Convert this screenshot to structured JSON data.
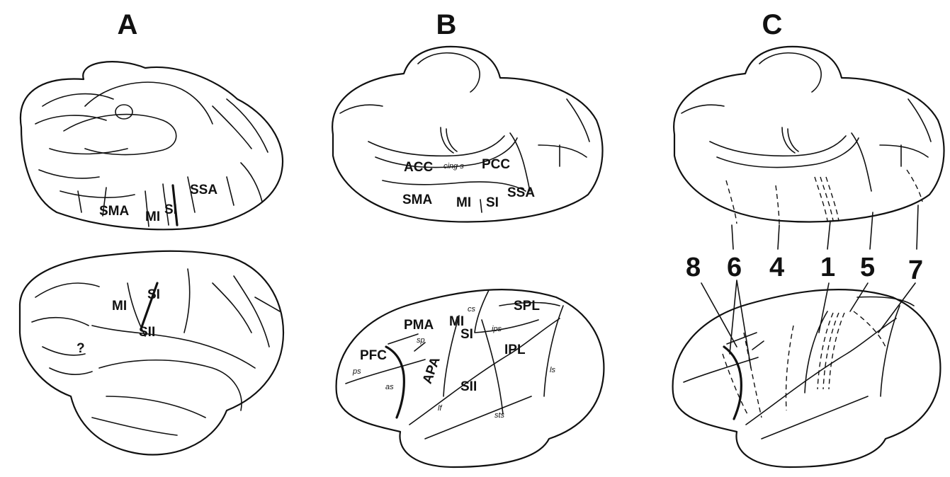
{
  "panels": {
    "a": {
      "letter": "A",
      "medial_labels": {
        "sma": "SMA",
        "mi": "MI",
        "si": "SI",
        "ssa": "SSA"
      },
      "lateral_labels": {
        "mi": "MI",
        "si": "SI",
        "sii": "SII",
        "q": "?"
      }
    },
    "b": {
      "letter": "B",
      "medial_labels": {
        "acc": "ACC",
        "cing": "cing s",
        "pcc": "PCC",
        "sma": "SMA",
        "mi": "MI",
        "si": "SI",
        "ssa": "SSA"
      },
      "lateral_labels": {
        "pma": "PMA",
        "mi": "MI",
        "cs": "cs",
        "spl": "SPL",
        "sp": "sp",
        "si": "SI",
        "ips": "ips",
        "ipl": "IPL",
        "pfc": "PFC",
        "apa": "APA",
        "ps": "ps",
        "as": "as",
        "sii": "SII",
        "ls": "ls",
        "lf": "lf",
        "sts": "sts"
      }
    },
    "c": {
      "letter": "C",
      "area_numbers": [
        "8",
        "6",
        "4",
        "1",
        "5",
        "7"
      ]
    }
  }
}
